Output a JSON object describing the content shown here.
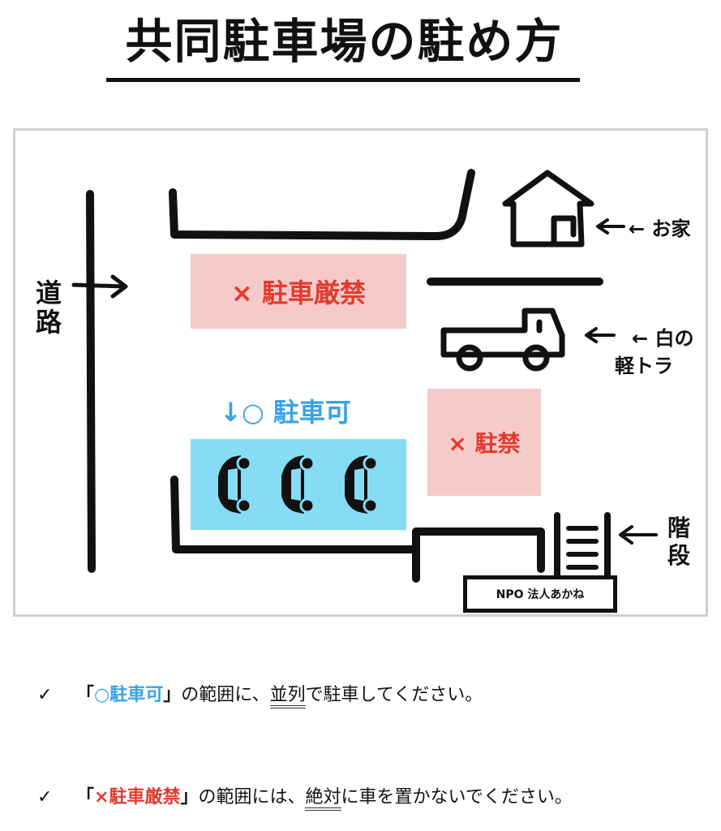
{
  "title": "共同駐車場の駐め方",
  "map": {
    "road_label": "道路",
    "house_label": "← お家",
    "truck_label_line1": "← 白の",
    "truck_label_line2": "軽トラ",
    "stairs_label": "階段",
    "no_parking_large": "× 駐車厳禁",
    "no_parking_small": "×  駐禁",
    "parking_ok": "↓○ 駐車可",
    "organization": "NPO 法人あかね",
    "car_icon_count": 3,
    "colors": {
      "no_parking_fill": "#f7caca",
      "no_parking_text": "#e23b2e",
      "parking_fill": "#86dcf5",
      "parking_text": "#3aa3e6"
    }
  },
  "rules": [
    {
      "check": "✓",
      "open": "「",
      "keyword": "○駐車可",
      "close": "」",
      "mid": "の範囲に、",
      "emphasis": "並列",
      "rest": "で駐車してください。"
    },
    {
      "check": "✓",
      "open": "「",
      "keyword": "×駐車厳禁",
      "close": "」",
      "mid": "の範囲には、",
      "emphasis": "絶対",
      "rest": "に車を置かないでください。"
    }
  ]
}
